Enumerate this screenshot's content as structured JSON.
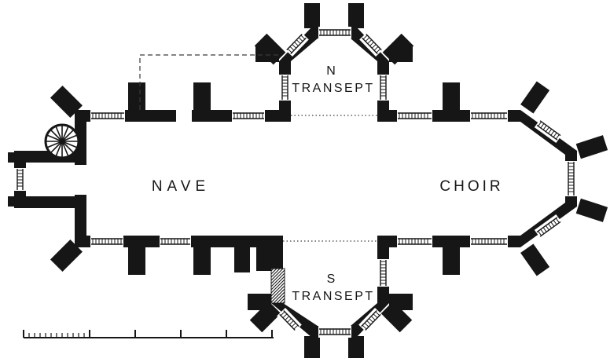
{
  "labels": {
    "north_transept_line1": "N",
    "north_transept_line2": "TRANSEPT",
    "nave": "NAVE",
    "choir": "CHOIR",
    "south_transept_line1": "S",
    "south_transept_line2": "TRANSEPT"
  },
  "colors": {
    "ink": "#161616",
    "paper": "#ffffff"
  }
}
